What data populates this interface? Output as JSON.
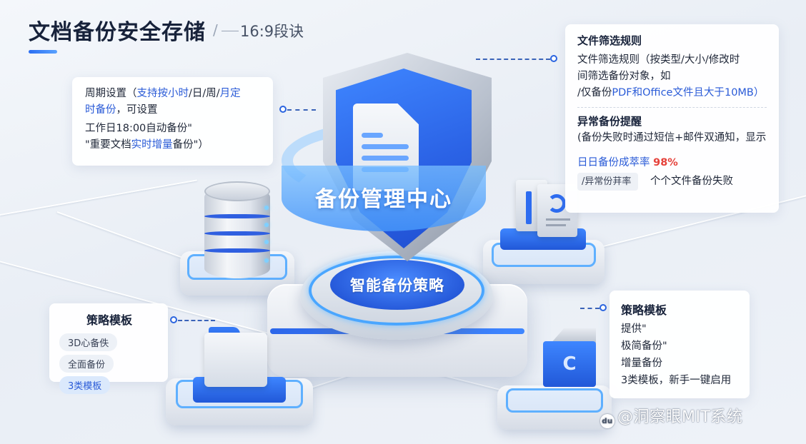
{
  "header": {
    "title": "文档备份安全存储",
    "separator": "/",
    "subtitle": "16:9段诀",
    "accent_color": "#2b6ef2"
  },
  "center": {
    "ring_label": "备份管理中心",
    "platform_label": "智能备份策略",
    "icons": [
      "shield-icon",
      "document-icon"
    ]
  },
  "card_period": {
    "line1_prefix": "周期设置（",
    "line1_highlight": "支持按小时",
    "line1_rest": "/日/周/",
    "line1_highlight2": "月定",
    "line2_highlight": "时备份",
    "line2_rest": "，可设置",
    "line3": "工作日18:00自动备份\"",
    "line4_prefix": "\"重要文档",
    "line4_highlight": "实时增量",
    "line4_rest": "备份\"）"
  },
  "card_filter": {
    "heading": "文件筛选规则",
    "line1": "文件筛选规则（按类型/大小/修改时",
    "line2": "间筛选备份对象，如",
    "line3_prefix": "/仅备份",
    "line3_highlight": "PDF和Office",
    "line3_rest": "文件且大于10MB）",
    "alert_heading": "异常备份提醒",
    "alert_line": "(备份失败时通过短信+邮件双通知，显示",
    "rate_label": "日日备份成萃率",
    "rate_value": "98%",
    "rate_color": "#e5413a",
    "tag_label": "/异常份荓率",
    "fail_text": "个个文件备份失败"
  },
  "card_template_left": {
    "heading": "策略模板",
    "chips": [
      {
        "label": "3D心备佚",
        "active": false
      },
      {
        "label": "全面备份",
        "active": false
      },
      {
        "label": "3类模板",
        "active": true
      }
    ]
  },
  "card_template_right": {
    "heading": "策略模板",
    "lines": [
      "提供\"",
      "极简备份\"",
      "增量备份",
      "3类模板，新手一键启用"
    ]
  },
  "satellites": [
    {
      "name": "database",
      "icon": "database-icon"
    },
    {
      "name": "books",
      "icon": "books-icon"
    },
    {
      "name": "folder",
      "icon": "folder-icon"
    },
    {
      "name": "box",
      "icon": "box-icon",
      "glyph": "C"
    }
  ],
  "watermark": {
    "logo": "du",
    "text": "@洞察眼MIT系统"
  }
}
